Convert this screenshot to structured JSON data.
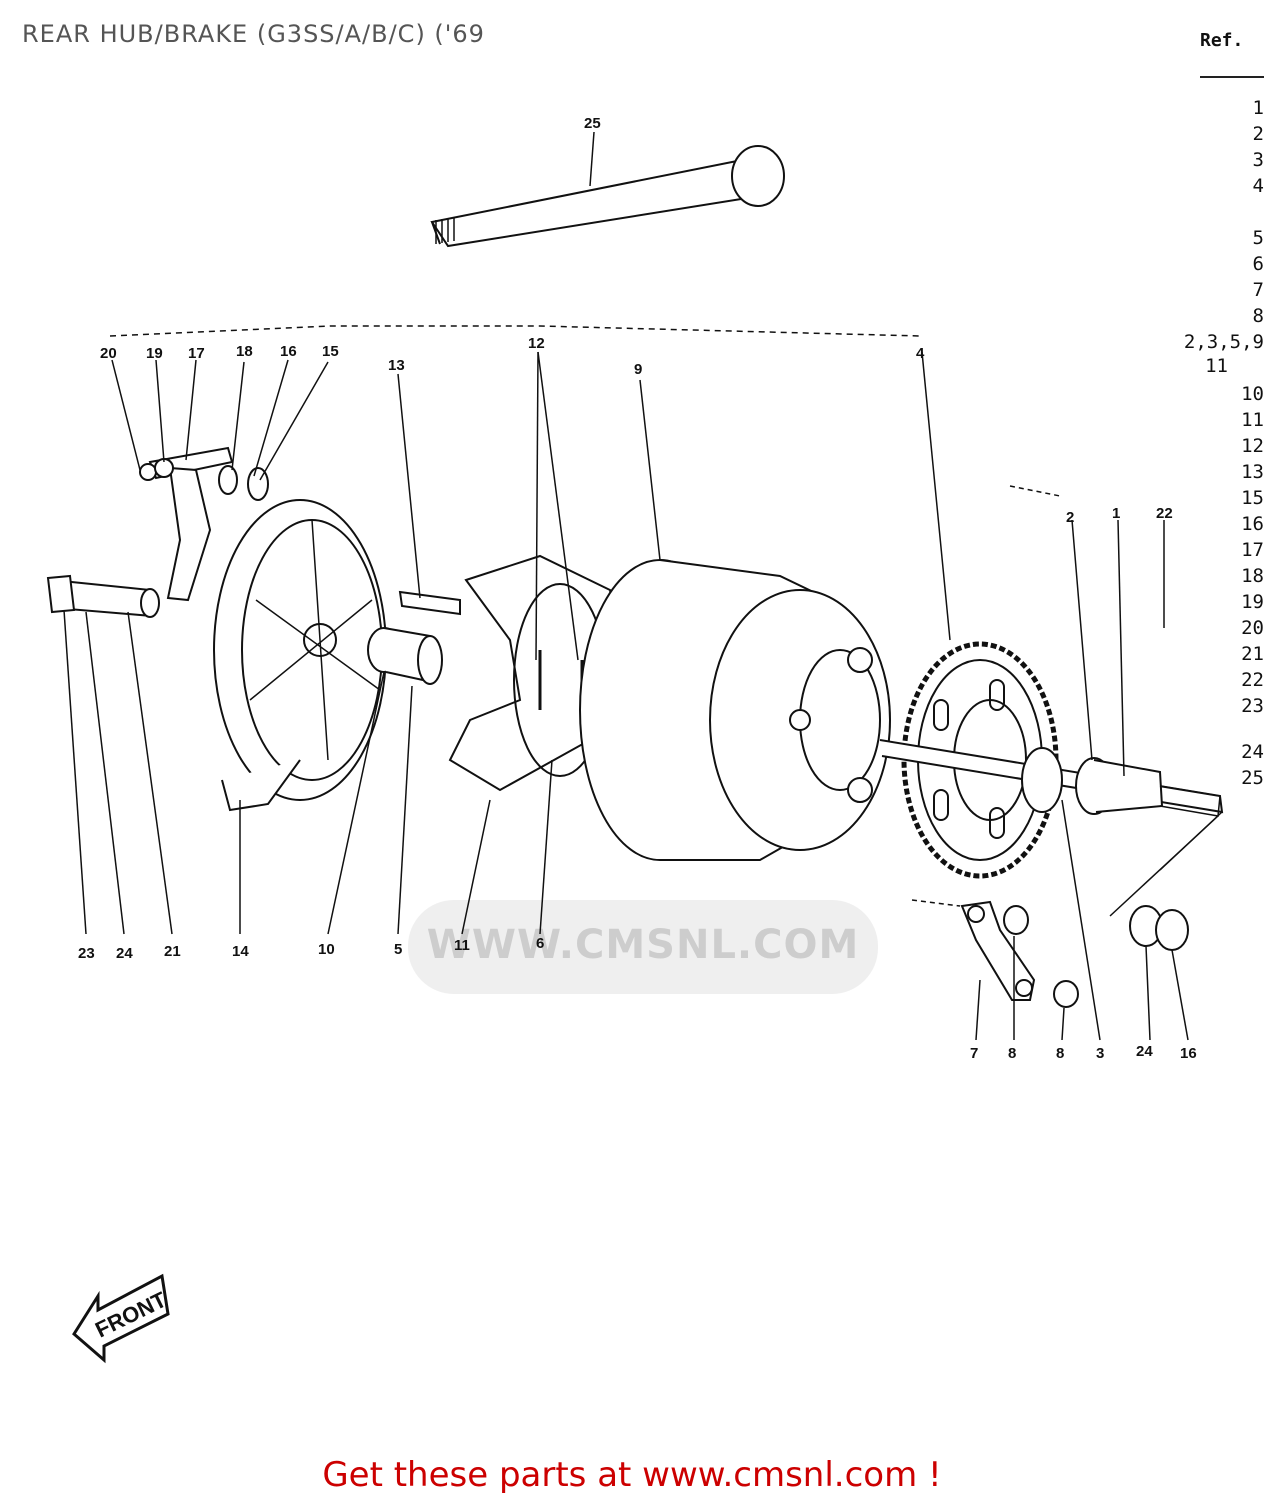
{
  "title": "REAR HUB/BRAKE (G3SS/A/B/C) ('69",
  "reference": {
    "header": "Ref.",
    "rows": [
      "1",
      "2",
      "3",
      "4",
      "5",
      "6",
      "7",
      "8",
      "2,3,5,9",
      "11",
      "10",
      "11",
      "12",
      "13",
      "15",
      "16",
      "17",
      "18",
      "19",
      "20",
      "21",
      "22",
      "23",
      "24",
      "25"
    ]
  },
  "callouts": [
    "25",
    "20",
    "19",
    "17",
    "18",
    "16",
    "15",
    "13",
    "12",
    "9",
    "4",
    "2",
    "1",
    "22",
    "23",
    "24",
    "21",
    "14",
    "10",
    "5",
    "11",
    "6",
    "7",
    "8",
    "8",
    "3",
    "24",
    "16"
  ],
  "front_label": "FRONT",
  "watermark": "WWW.CMSNL.COM",
  "cta": "Get these parts at www.cmsnl.com !",
  "colors": {
    "cta": "#cc0000",
    "title": "#555555",
    "ink": "#111111"
  }
}
